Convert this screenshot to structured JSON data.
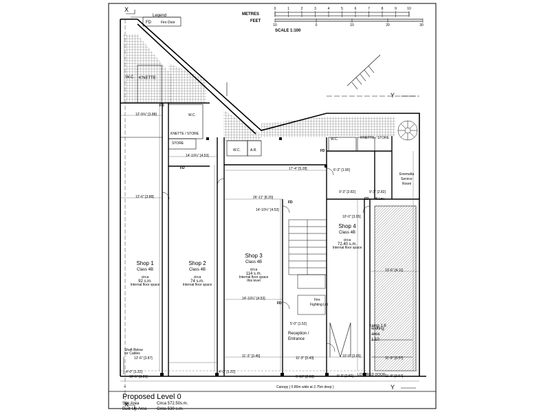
{
  "legend": {
    "title": "Legend",
    "code": "FD",
    "meaning": "Fire Door"
  },
  "scale": {
    "metres_label": "METRES",
    "feet_label": "FEET",
    "metres_ticks": [
      "0",
      "1",
      "2",
      "3",
      "4",
      "5",
      "6",
      "7",
      "8",
      "9",
      "10"
    ],
    "feet_ticks": [
      "10",
      "0",
      "10",
      "20",
      "30"
    ],
    "scale_text": "SCALE 1:100"
  },
  "sections": {
    "x": "X",
    "y": "Y"
  },
  "shops": [
    {
      "name": "Shop 1",
      "class": "Class 4B",
      "circa": "circa",
      "area": "92 s.m.",
      "note": "Internal floor space"
    },
    {
      "name": "Shop 2",
      "class": "Class 4B",
      "circa": "circa",
      "area": "74 s.m.",
      "note": "Internal floor space"
    },
    {
      "name": "Shop 3",
      "class": "Class 4B",
      "circa": "circa",
      "area": "114 s.m.",
      "note": "Internal floor space",
      "note2": "this level"
    },
    {
      "name": "Shop 4",
      "class": "Class 4B",
      "circa": "circa",
      "area": "72.40 s.m.",
      "note": "Internal floor space"
    }
  ],
  "rooms": {
    "wc": "W.C.",
    "knette": "K'NETTE",
    "knette_store": "KNETTE / STORE",
    "knette_store2": "K'NETTE / STORE",
    "store": "STORE",
    "ar": "A.R.",
    "reception": "Reception /",
    "entrance": "Entrance",
    "service_1": "Enemalta",
    "service_2": "Service",
    "service_3": "Room",
    "fire_1": "Fire",
    "fire_2": "Fighting Lift",
    "ramp": "ramp 1:8",
    "waiting_1": "waiting",
    "waiting_2": "area",
    "waiting_3": "1:10",
    "shaft": "Shaft Below for Cables",
    "louvred": "LOUVRED DOOR",
    "canopy": "Canopy ( 0.80m wide at 2.75m deep )",
    "b_lev": "B.Lev."
  },
  "fd": "FD",
  "dims": [
    "12'-9¾\" [3.88]",
    "12'-6\" [3.88]",
    "14'-10¼\" [4.53]",
    "17'-4\" [5.28]",
    "26'-11\" [8.20]",
    "14'-10¼\" [4.53]",
    "14'-10¼\" [4.53]",
    "10'-0\" [3.05]",
    "13'-6\" [4.11]",
    "10'-0\" [3.05]",
    "11'-3\" [3.43]",
    "6'-10\" [2.08]",
    "6'-3\" [1.90]",
    "9'-3\" [2.82]",
    "9'-3\" [2.82]",
    "11'-9\" [3.57]",
    "4'-0\" [1.22]",
    "10'-5\" [3.21]",
    "9'-3\" [2.82]",
    "11'-3\" [3.45]",
    "5'-0\" [1.52]",
    "11'-9\" [3.57]",
    "12'-6\" [3.87]",
    "4'-0\" [1.22]"
  ],
  "footer": {
    "title": "Proposed Level 0",
    "site_label": "Site Area",
    "site_value": "Circa 572.50s.m.",
    "built_label": "Built-Up Area",
    "built_value": "Circa 530 s.m."
  }
}
